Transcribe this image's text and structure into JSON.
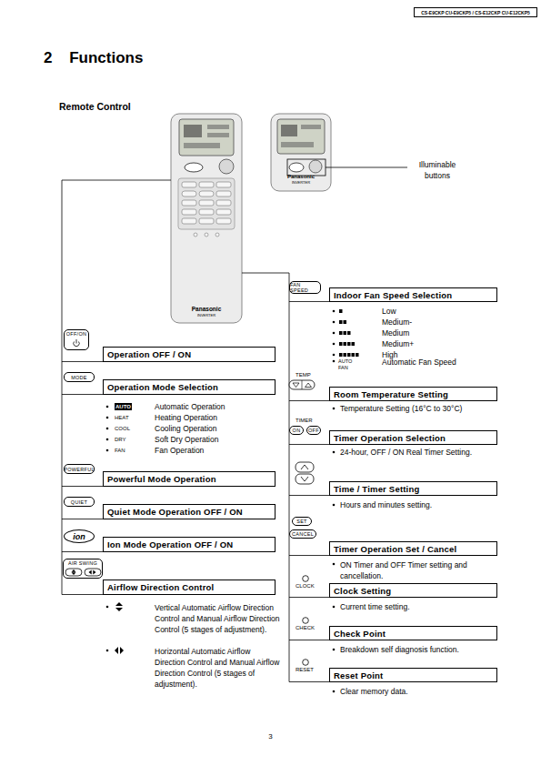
{
  "diagram": {
    "title": "2 Functions",
    "nodes": [
      {
        "text": [
          "CS-E9CKP CU-E9CKP5 / CS-E12CKP CU-E12CKP5"
        ]
      },
      {
        "text": [
          "OFF/ON"
        ]
      },
      {
        "text": [
          "Operation OFF / ON"
        ]
      },
      {
        "text": [
          "MODE"
        ]
      },
      {
        "text": [
          "Operation Mode Selection"
        ]
      },
      {
        "text": [
          "POWERFUL"
        ]
      },
      {
        "text": [
          "Powerful Mode Operation"
        ]
      },
      {
        "text": [
          "QUIET"
        ]
      },
      {
        "text": [
          "Quiet Mode Operation OFF / ON"
        ]
      },
      {
        "text": [
          "ion"
        ]
      },
      {
        "text": [
          "Ion Mode Operation OFF / ON"
        ]
      },
      {
        "text": [
          "AIR SWING"
        ]
      },
      {
        "text": [
          "Airflow Direction Control"
        ]
      },
      {
        "text": [
          "FAN SPEED"
        ]
      },
      {
        "text": [
          "Indoor Fan Speed Selection"
        ]
      },
      {
        "text": [
          "Room Temperature Setting"
        ]
      },
      {
        "text": [
          "ON"
        ]
      },
      {
        "text": [
          "OFF"
        ]
      },
      {
        "text": [
          "Timer Operation Selection"
        ]
      },
      {
        "text": [
          "Time / Timer Setting"
        ]
      },
      {
        "text": [
          "SET"
        ]
      },
      {
        "text": [
          "CANCEL"
        ]
      },
      {
        "text": [
          "Timer Operation Set / Cancel"
        ]
      },
      {
        "text": [
          "Clock Setting"
        ]
      },
      {
        "text": [
          "Check Point"
        ]
      },
      {
        "text": [
          "Reset Point"
        ]
      }
    ],
    "labels": [
      "Remote Control",
      "Panasonic",
      "INVERTER",
      "Panasonic",
      "INVERTER",
      "Illuminable buttons",
      "AUTO",
      "Automatic Operation",
      "HEAT",
      "Heating Operation",
      "COOL",
      "Cooling Operation",
      "DRY",
      "Soft Dry Operation",
      "FAN",
      "Fan Operation",
      "Vertical Automatic Airflow Direction Control and Manual Airflow Direction Control (5 stages of adjustment).",
      "Horizontal Automatic Airflow Direction Control and Manual Airflow Direction Control (5 stages of adjustment).",
      "Low",
      "Medium-",
      "Medium",
      "Medium+",
      "High",
      "AUTO FAN",
      "Automatic Fan Speed",
      "TEMP",
      "Temperature Setting (16°C to 30°C)",
      "TIMER",
      "24-hour, OFF / ON Real Timer Setting.",
      "Hours and minutes setting.",
      "ON Timer and OFF Timer setting and cancellation.",
      "CLOCK",
      "Current time setting.",
      "CHECK",
      "Breakdown self diagnosis function.",
      "RESET",
      "Clear memory data.",
      "3"
    ]
  }
}
